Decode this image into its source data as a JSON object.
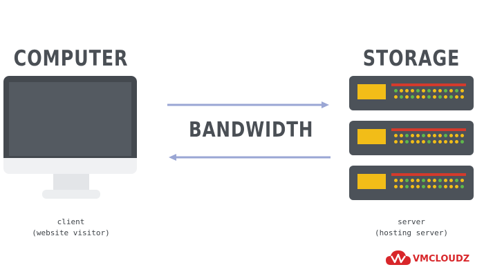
{
  "computer": {
    "title": "COMPUTER",
    "caption_line1": "client",
    "caption_line2": "(website visitor)"
  },
  "storage": {
    "title": "STORAGE",
    "caption_line1": "server",
    "caption_line2": "(hosting server)"
  },
  "link": {
    "label": "BANDWIDTH"
  },
  "logo": {
    "text": "VMCLOUDZ"
  },
  "colors": {
    "dark": "#4a4f55",
    "drive": "#f2bd18",
    "red": "#d43a2c",
    "led_green": "#5fb84a",
    "led_yellow": "#f2bd18",
    "arrow": "#9aa6d4",
    "brand": "#d8262a"
  },
  "server_units": [
    {
      "leds": [
        "green",
        "yellow",
        "yellow",
        "yellow",
        "green",
        "yellow",
        "green",
        "yellow",
        "yellow",
        "green",
        "yellow",
        "green",
        "yellow"
      ]
    },
    {
      "leds": [
        "yellow",
        "yellow",
        "green",
        "yellow",
        "yellow",
        "green",
        "yellow",
        "yellow",
        "yellow",
        "green",
        "yellow",
        "yellow",
        "yellow"
      ]
    },
    {
      "leds": [
        "yellow",
        "yellow",
        "green",
        "yellow",
        "yellow",
        "green",
        "yellow",
        "yellow",
        "green",
        "yellow",
        "yellow",
        "green",
        "yellow"
      ]
    }
  ]
}
